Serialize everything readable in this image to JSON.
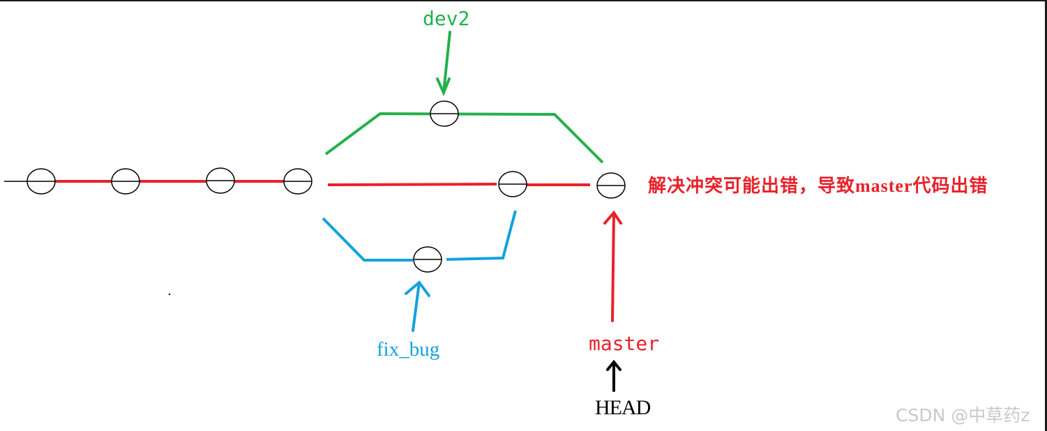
{
  "colors": {
    "master": "#e8212a",
    "dev2": "#22b14c",
    "fix_bug": "#12a2dc",
    "head": "#000000",
    "watermark": "#c9c9c9"
  },
  "labels": {
    "dev2": "dev2",
    "fix_bug": "fix_bug",
    "master": "master",
    "head": "HEAD",
    "note": "解决冲突可能出错，导致master代码出错",
    "watermark": "CSDN @中草药z"
  }
}
